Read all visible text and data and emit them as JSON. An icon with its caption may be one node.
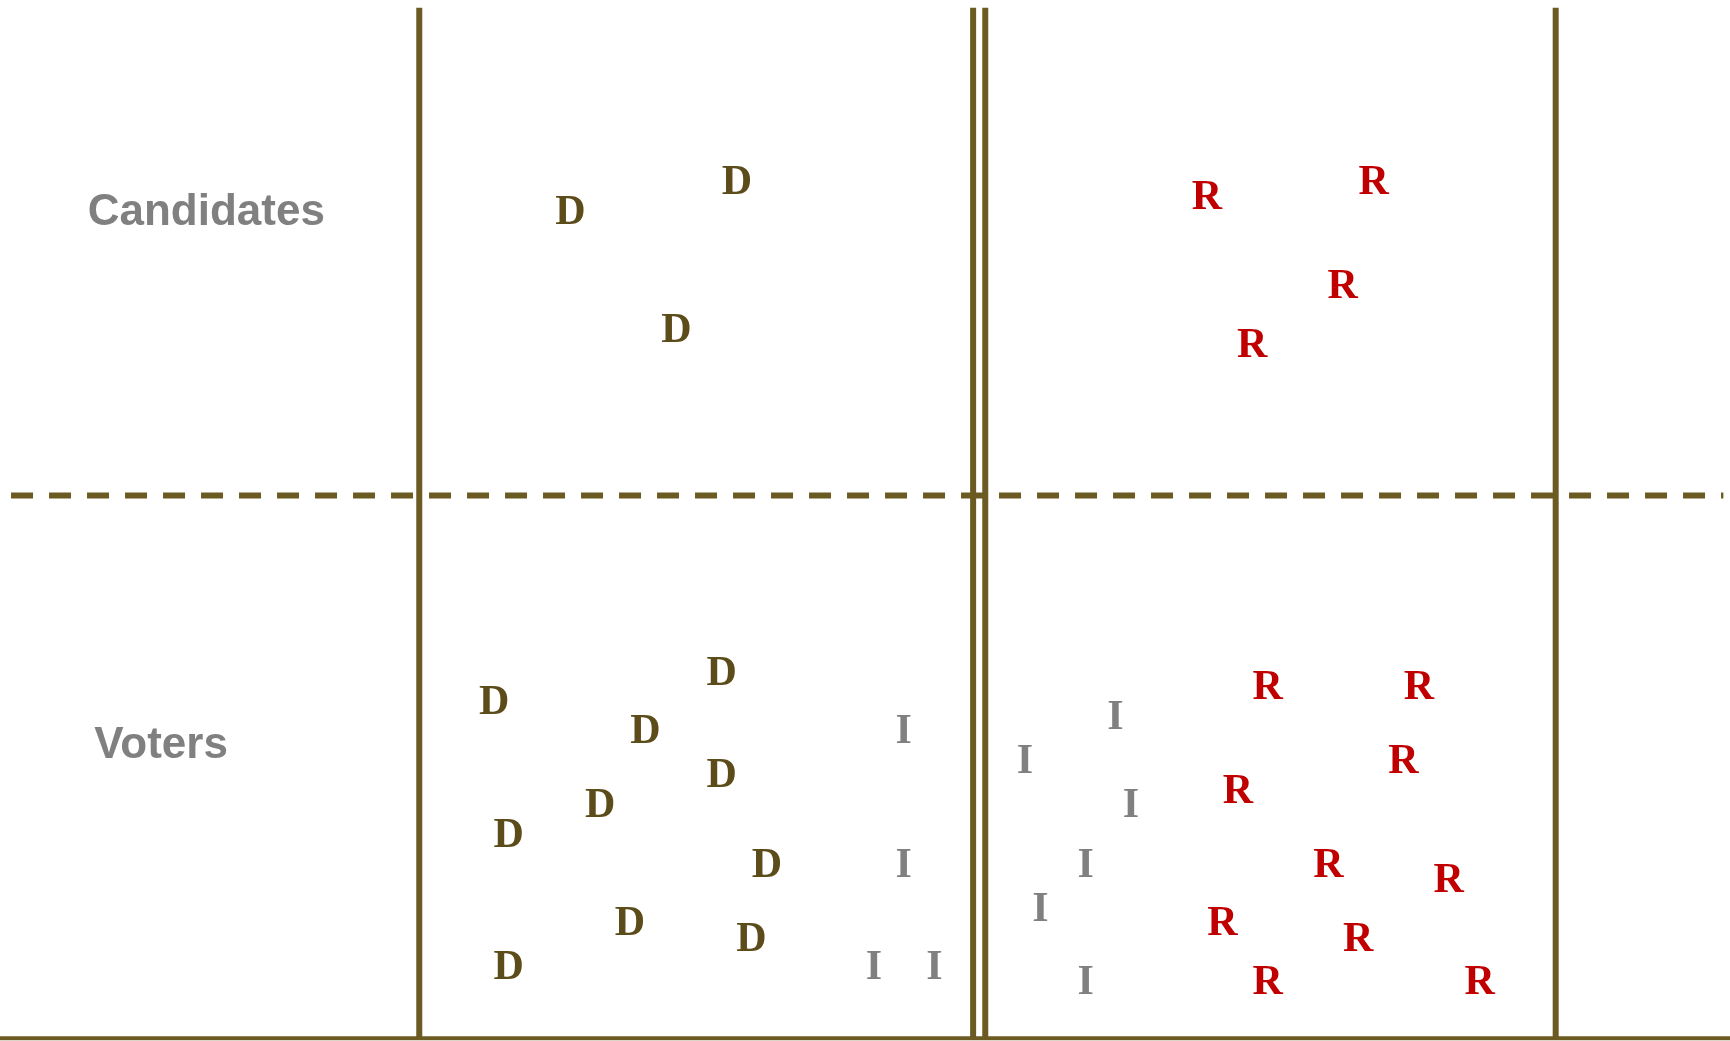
{
  "diagram": {
    "labels": [
      "Candidates",
      "D",
      "D",
      "D",
      "R",
      "R",
      "R",
      "R",
      "Voters",
      "D",
      "D",
      "D",
      "D",
      "D",
      "D",
      "D",
      "D",
      "D",
      "D",
      "I",
      "I",
      "I",
      "I",
      "I",
      "I",
      "I",
      "I",
      "I",
      "I",
      "R",
      "R",
      "R",
      "R",
      "R",
      "R",
      "R",
      "R",
      "R",
      "R"
    ]
  }
}
